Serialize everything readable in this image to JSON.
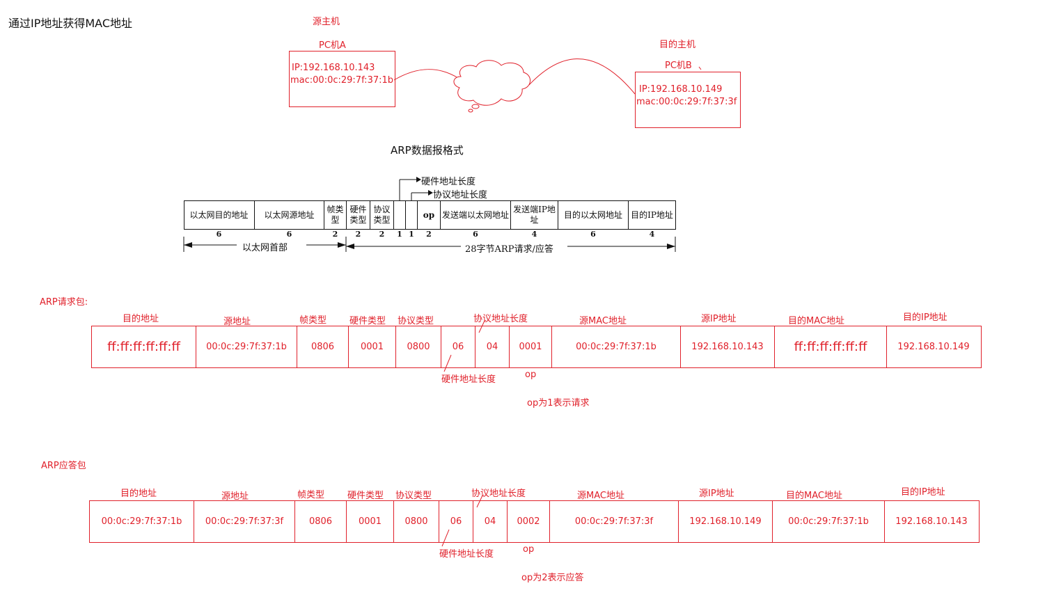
{
  "title": "通过IP地址获得MAC地址",
  "hosts": {
    "source_role": "源主机",
    "source_name": "PC机A",
    "source_ip": "IP:192.168.10.143",
    "source_mac": "mac:00:0c:29:7f:37:1b",
    "dest_role": "目的主机",
    "dest_name": "PC机B",
    "dest_ip": "IP:192.168.10.149",
    "dest_mac": "mac:00:0c:29:7f:37:3f"
  },
  "format": {
    "title": "ARP数据报格式",
    "hw_len_label": "硬件地址长度",
    "proto_len_label": "协议地址长度",
    "fields": [
      "以太网目的地址",
      "以太网源地址",
      "帧类型",
      "硬件类型",
      "协议类型",
      "",
      "",
      "op",
      "发送端以太网地址",
      "发送端IP地址",
      "目的以太网地址",
      "目的IP地址"
    ],
    "sizes": [
      "6",
      "6",
      "2",
      "2",
      "2",
      "1",
      "1",
      "2",
      "6",
      "4",
      "6",
      "4"
    ],
    "eth_header_label": "以太网首部",
    "arp_label": "28字节ARP请求/应答"
  },
  "request": {
    "label": "ARP请求包:",
    "headers": [
      "目的地址",
      "源地址",
      "帧类型",
      "硬件类型",
      "协议类型",
      "协议地址长度",
      "源MAC地址",
      "源IP地址",
      "目的MAC地址",
      "目的IP地址"
    ],
    "values": [
      "ff:ff:ff:ff:ff:ff",
      "00:0c:29:7f:37:1b",
      "0806",
      "0001",
      "0800",
      "06",
      "04",
      "0001",
      "00:0c:29:7f:37:1b",
      "192.168.10.143",
      "ff:ff:ff:ff:ff:ff",
      "192.168.10.149"
    ],
    "hw_len_note": "硬件地址长度",
    "op_note": "op",
    "op_meaning": "op为1表示请求"
  },
  "reply": {
    "label": "ARP应答包",
    "headers": [
      "目的地址",
      "源地址",
      "帧类型",
      "硬件类型",
      "协议类型",
      "协议地址长度",
      "源MAC地址",
      "源IP地址",
      "目的MAC地址",
      "目的IP地址"
    ],
    "values": [
      "00:0c:29:7f:37:1b",
      "00:0c:29:7f:37:3f",
      "0806",
      "0001",
      "0800",
      "06",
      "04",
      "0002",
      "00:0c:29:7f:37:3f",
      "192.168.10.149",
      "00:0c:29:7f:37:1b",
      "192.168.10.143"
    ],
    "hw_len_note": "硬件地址长度",
    "op_note": "op",
    "op_meaning": "op为2表示应答"
  },
  "colors": {
    "annotation": "#e0202a",
    "text": "#111111"
  }
}
